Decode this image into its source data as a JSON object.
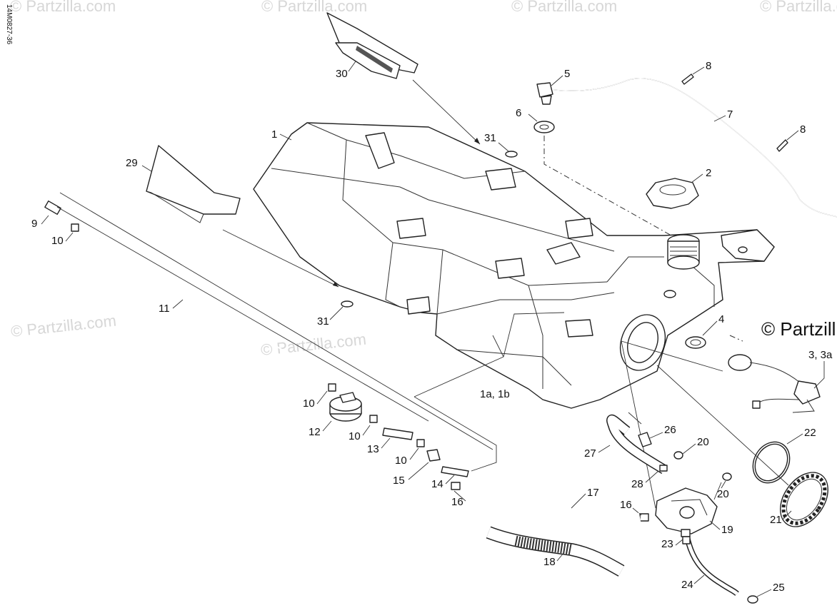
{
  "drawing_code": "14M0827-36",
  "watermarks": {
    "faint": "© Partzilla.com",
    "corner": "© Partzill"
  },
  "callouts": {
    "c1": "1",
    "c1ab": "1a, 1b",
    "c2": "2",
    "c3": "3, 3a",
    "c4": "4",
    "c5": "5",
    "c6": "6",
    "c7": "7",
    "c8a": "8",
    "c8b": "8",
    "c9": "9",
    "c10a": "10",
    "c10b": "10",
    "c10c": "10",
    "c10d": "10",
    "c11": "11",
    "c12": "12",
    "c13": "13",
    "c14": "14",
    "c15": "15",
    "c16a": "16",
    "c16b": "16",
    "c17": "17",
    "c18": "18",
    "c19": "19",
    "c20a": "20",
    "c20b": "20",
    "c21": "21",
    "c22": "22",
    "c23": "23",
    "c24": "24",
    "c25": "25",
    "c26": "26",
    "c27": "27",
    "c28": "28",
    "c29": "29",
    "c30": "30",
    "c31a": "31",
    "c31b": "31"
  }
}
